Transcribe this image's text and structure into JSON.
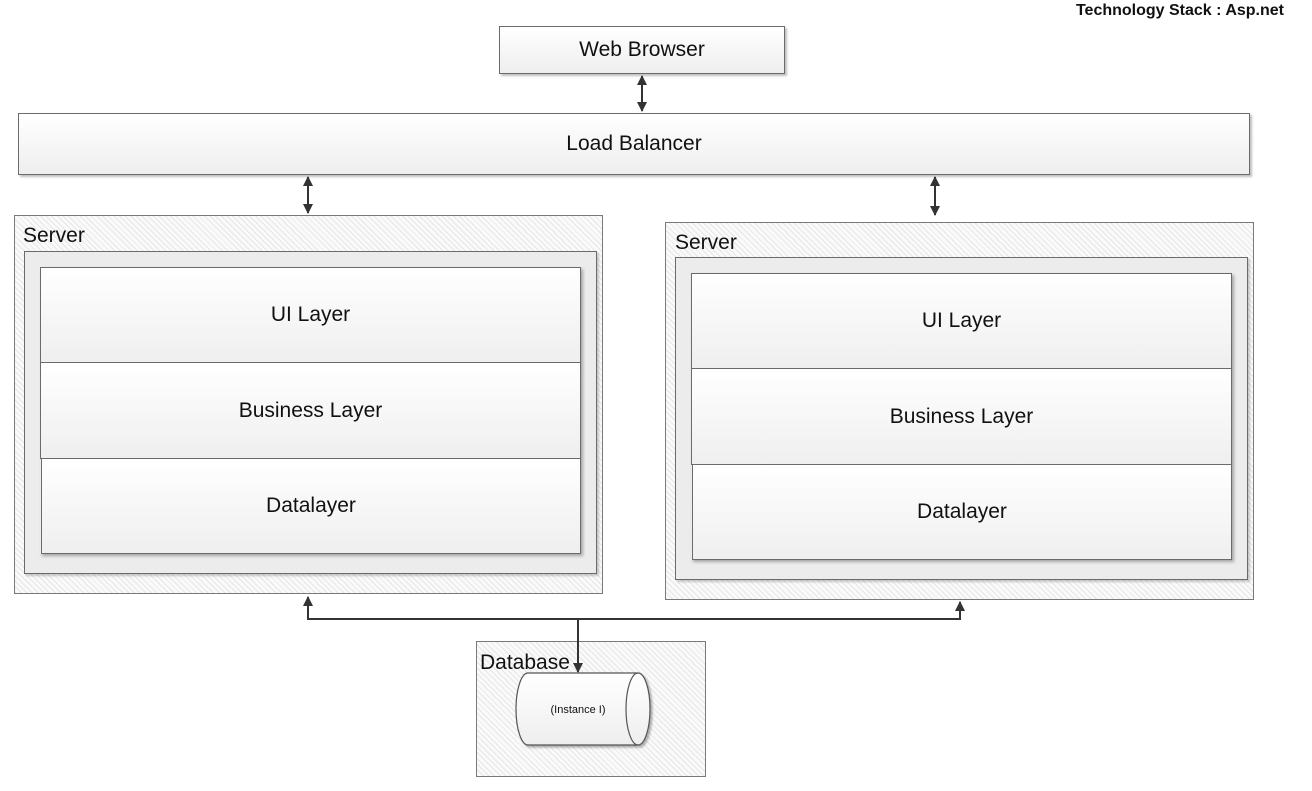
{
  "header": {
    "technology_stack": "Technology Stack : Asp.net"
  },
  "web_browser": {
    "label": "Web Browser"
  },
  "load_balancer": {
    "label": "Load Balancer"
  },
  "servers": [
    {
      "title": "Server",
      "layers": [
        "UI Layer",
        "Business Layer",
        "Datalayer"
      ]
    },
    {
      "title": "Server",
      "layers": [
        "UI Layer",
        "Business Layer",
        "Datalayer"
      ]
    }
  ],
  "database": {
    "title": "Database",
    "instance_label": "(Instance I)"
  }
}
